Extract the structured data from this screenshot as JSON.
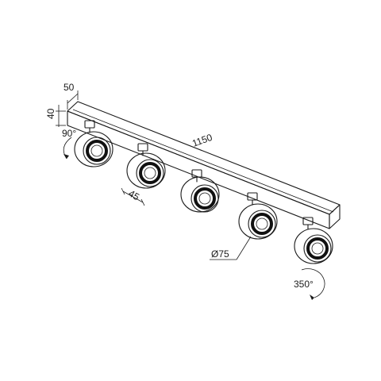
{
  "dimensions": {
    "width": "50",
    "height": "40",
    "length": "1150",
    "tilt_angle": "90°",
    "spacing": "45",
    "diameter": "Ø75",
    "rotation": "350°"
  }
}
